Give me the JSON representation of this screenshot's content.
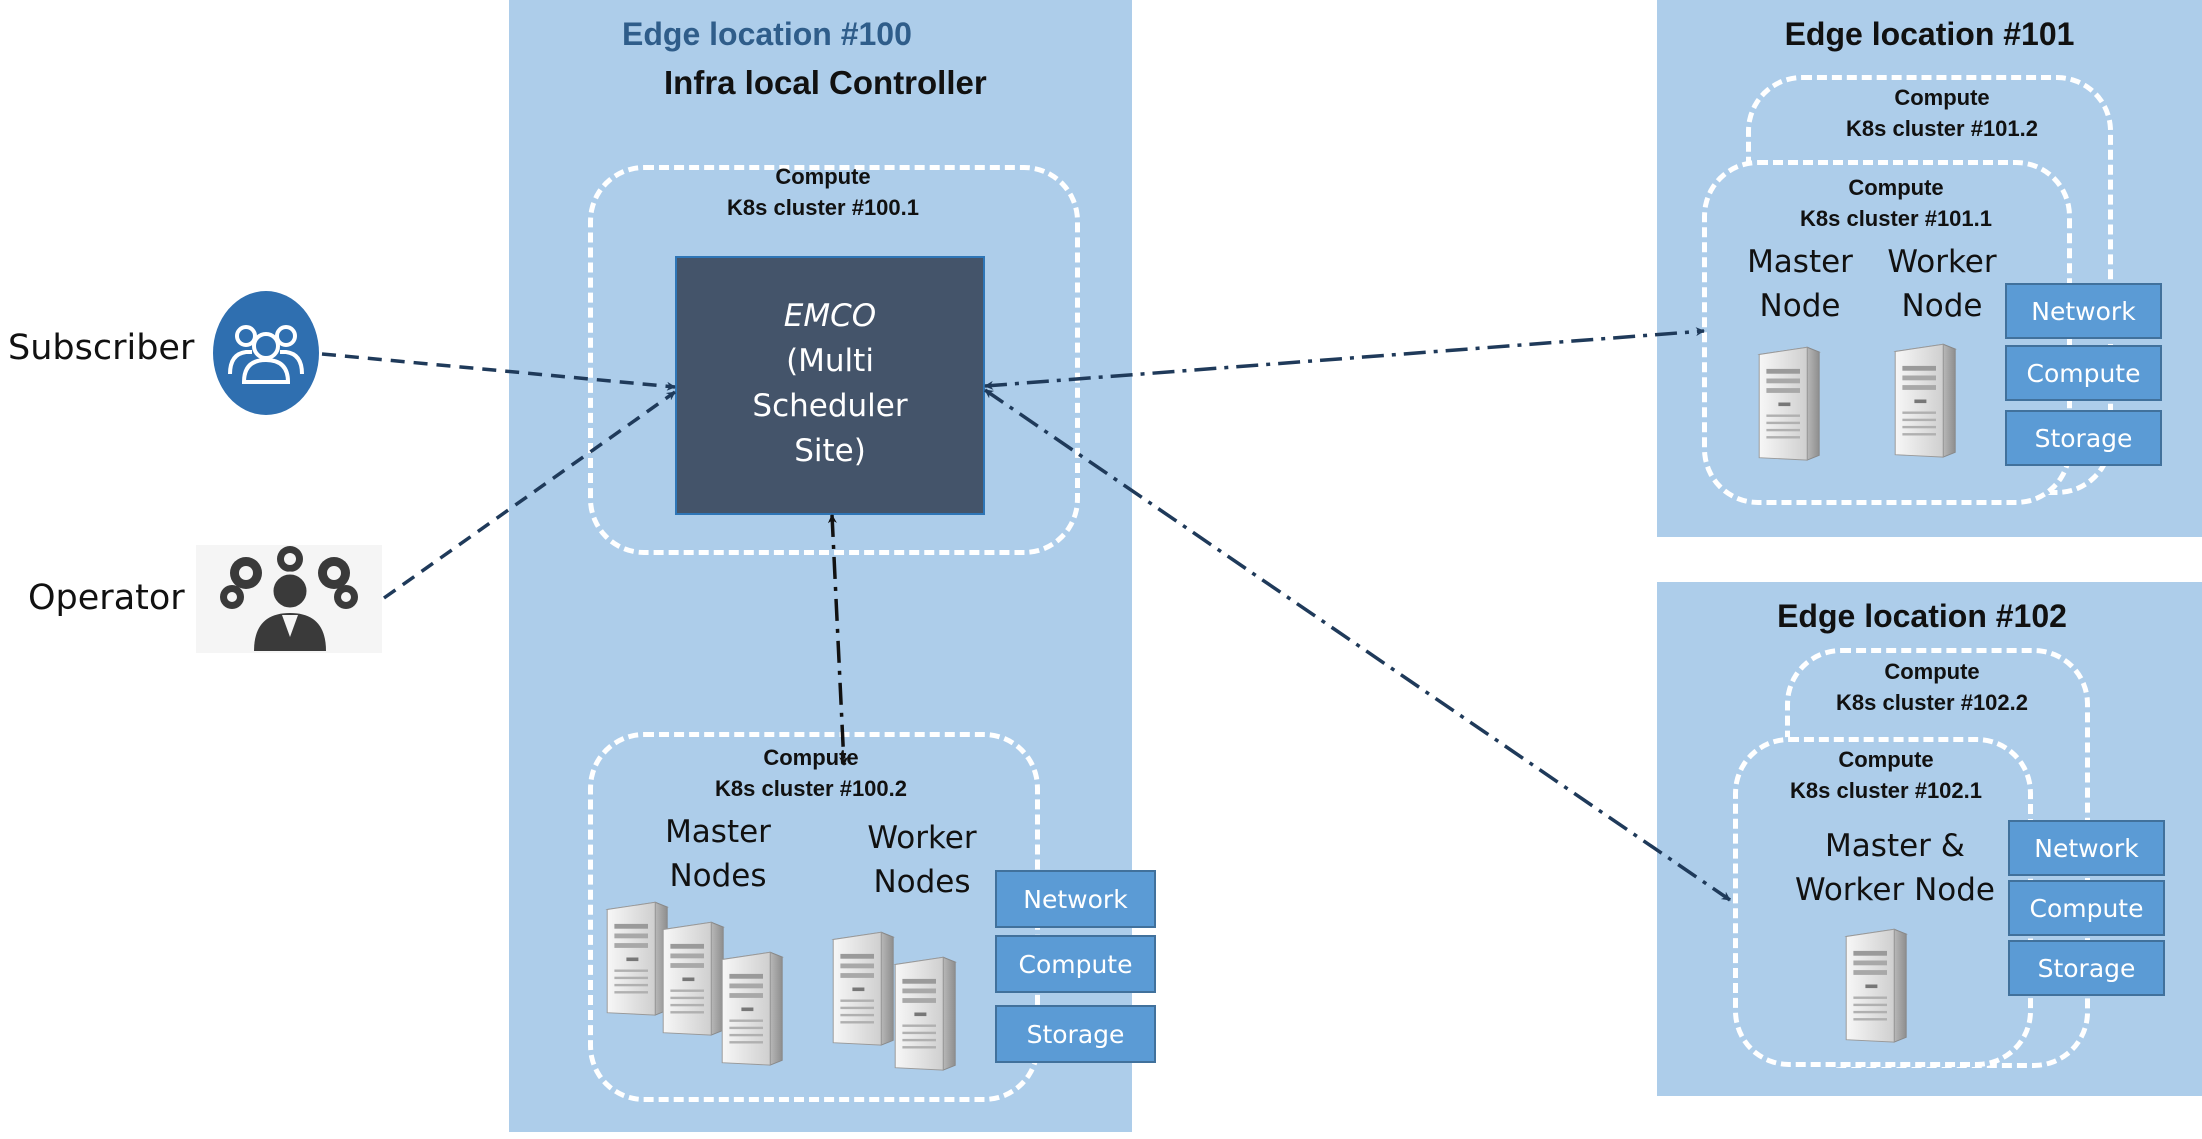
{
  "edge100": {
    "title": "Edge location #100",
    "controller": "Infra local Controller",
    "cluster1": {
      "line1": "Compute",
      "line2": "K8s cluster #100.1"
    },
    "emco": {
      "line1": "EMCO",
      "line2": "(Multi",
      "line3": "Scheduler",
      "line4": "Site)"
    },
    "cluster2": {
      "line1": "Compute",
      "line2": "K8s cluster #100.2",
      "master_line1": "Master",
      "master_line2": "Nodes",
      "worker_line1": "Worker",
      "worker_line2": "Nodes"
    },
    "resources": [
      "Network",
      "Compute",
      "Storage"
    ]
  },
  "edge101": {
    "title": "Edge location #101",
    "cluster2": {
      "line1": "Compute",
      "line2": "K8s cluster #101.2"
    },
    "cluster1": {
      "line1": "Compute",
      "line2": "K8s cluster #101.1",
      "master_line1": "Master",
      "master_line2": "Node",
      "worker_line1": "Worker",
      "worker_line2": "Node"
    },
    "resources": [
      "Network",
      "Compute",
      "Storage"
    ]
  },
  "edge102": {
    "title": "Edge location #102",
    "cluster2": {
      "line1": "Compute",
      "line2": "K8s cluster #102.2"
    },
    "cluster1": {
      "line1": "Compute",
      "line2": "K8s cluster #102.1",
      "node_line1": "Master &",
      "node_line2": "Worker Node"
    },
    "resources": [
      "Network",
      "Compute",
      "Storage"
    ]
  },
  "actors": {
    "subscriber": "Subscriber",
    "operator": "Operator"
  },
  "colors": {
    "panel": "#adcdea",
    "emco_fill": "#44546a",
    "resource_fill": "#5b9bd5",
    "title_edge100": "#2f5d8a",
    "subscriber_icon": "#2f6fb0",
    "operator_icon": "#3a3a3a"
  },
  "icons": {
    "subscriber": "users-group-icon",
    "operator": "person-gears-icon",
    "server": "server-tower-icon"
  }
}
